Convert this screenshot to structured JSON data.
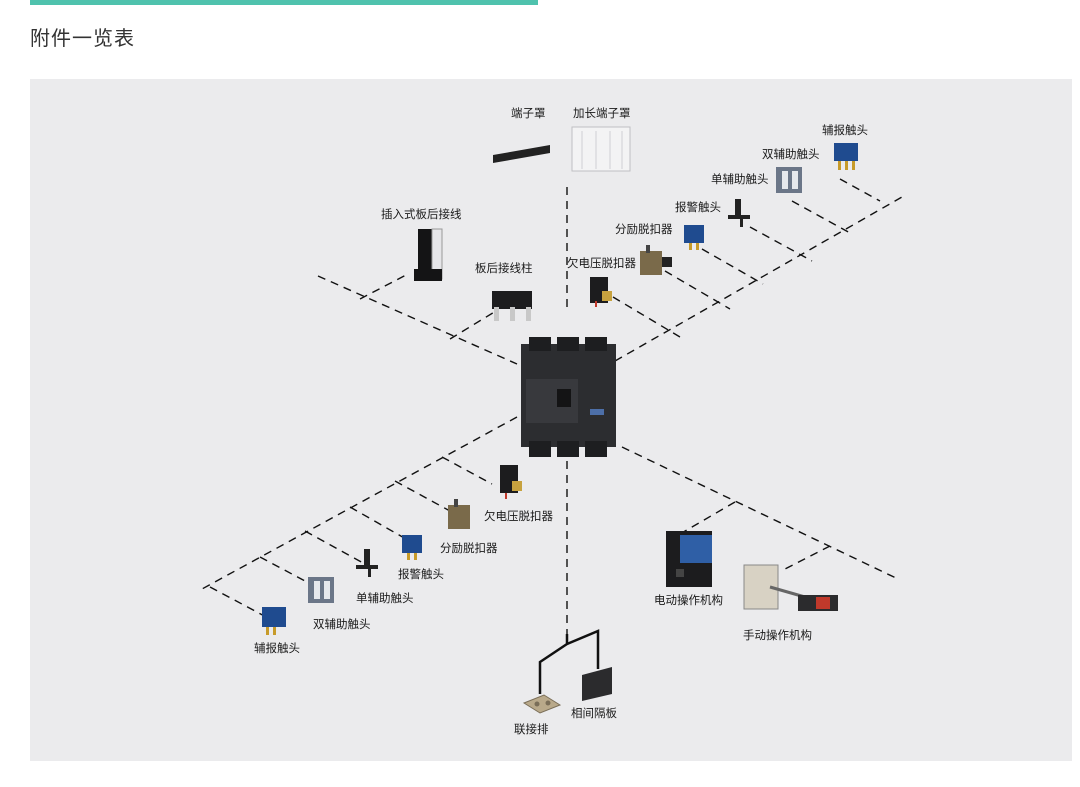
{
  "page": {
    "title": "附件一览表"
  },
  "diagram": {
    "labels": {
      "terminal_cover": "端子罩",
      "long_terminal_cover": "加长端子罩",
      "top_fault_alarm": "辅报触头",
      "top_double_aux": "双辅助触头",
      "top_single_aux": "单辅助触头",
      "top_alarm": "报警触头",
      "top_shunt": "分励脱扣器",
      "top_undervoltage": "欠电压脱扣器",
      "plugin_rear_wiring": "插入式板后接线",
      "rear_wiring_post": "板后接线柱",
      "bot_undervoltage": "欠电压脱扣器",
      "bot_shunt": "分励脱扣器",
      "bot_alarm": "报警触头",
      "bot_single_aux": "单辅助触头",
      "bot_double_aux": "双辅助触头",
      "bot_fault_alarm": "辅报触头",
      "motor_operator": "电动操作机构",
      "manual_operator": "手动操作机构",
      "busbar_link": "联接排",
      "phase_barrier": "相间隔板"
    }
  }
}
